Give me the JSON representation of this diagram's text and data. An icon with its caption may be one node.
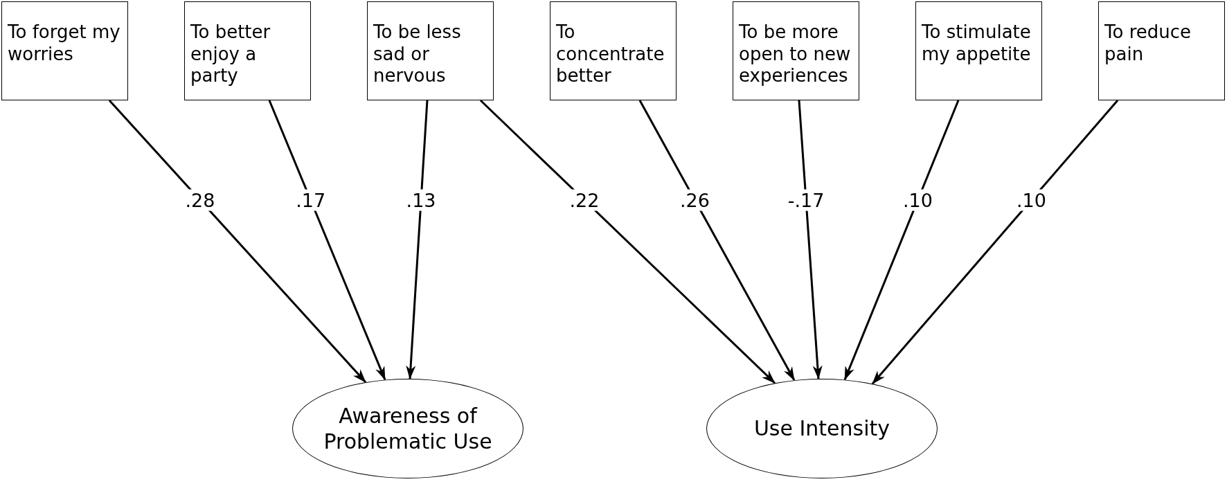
{
  "diagram": {
    "nodes": [
      {
        "text": [
          "To forget my worries"
        ]
      },
      {
        "text": [
          "To better enjoy a party"
        ]
      },
      {
        "text": [
          "To be less sad or nervous"
        ]
      },
      {
        "text": [
          "To concentrate better"
        ]
      },
      {
        "text": [
          "To be more open to new experiences"
        ]
      },
      {
        "text": [
          "To stimulate my appetite"
        ]
      },
      {
        "text": [
          "To reduce pain"
        ]
      },
      {
        "text": [
          "Awareness of Problematic Use"
        ]
      },
      {
        "text": [
          "Use Intensity"
        ]
      }
    ],
    "edges": [
      {
        "from": 0,
        "to": 7,
        "arrow": "to",
        "label": ".28"
      },
      {
        "from": 1,
        "to": 7,
        "arrow": "to",
        "label": ".17"
      },
      {
        "from": 2,
        "to": 7,
        "arrow": "to",
        "label": ".13"
      },
      {
        "from": 2,
        "to": 8,
        "arrow": "to",
        "label": ".22"
      },
      {
        "from": 3,
        "to": 8,
        "arrow": "to",
        "label": ".26"
      },
      {
        "from": 4,
        "to": 8,
        "arrow": "to",
        "label": "-.17"
      },
      {
        "from": 5,
        "to": 8,
        "arrow": "to",
        "label": ".10"
      },
      {
        "from": 6,
        "to": 8,
        "arrow": "to",
        "label": ".10"
      }
    ]
  }
}
